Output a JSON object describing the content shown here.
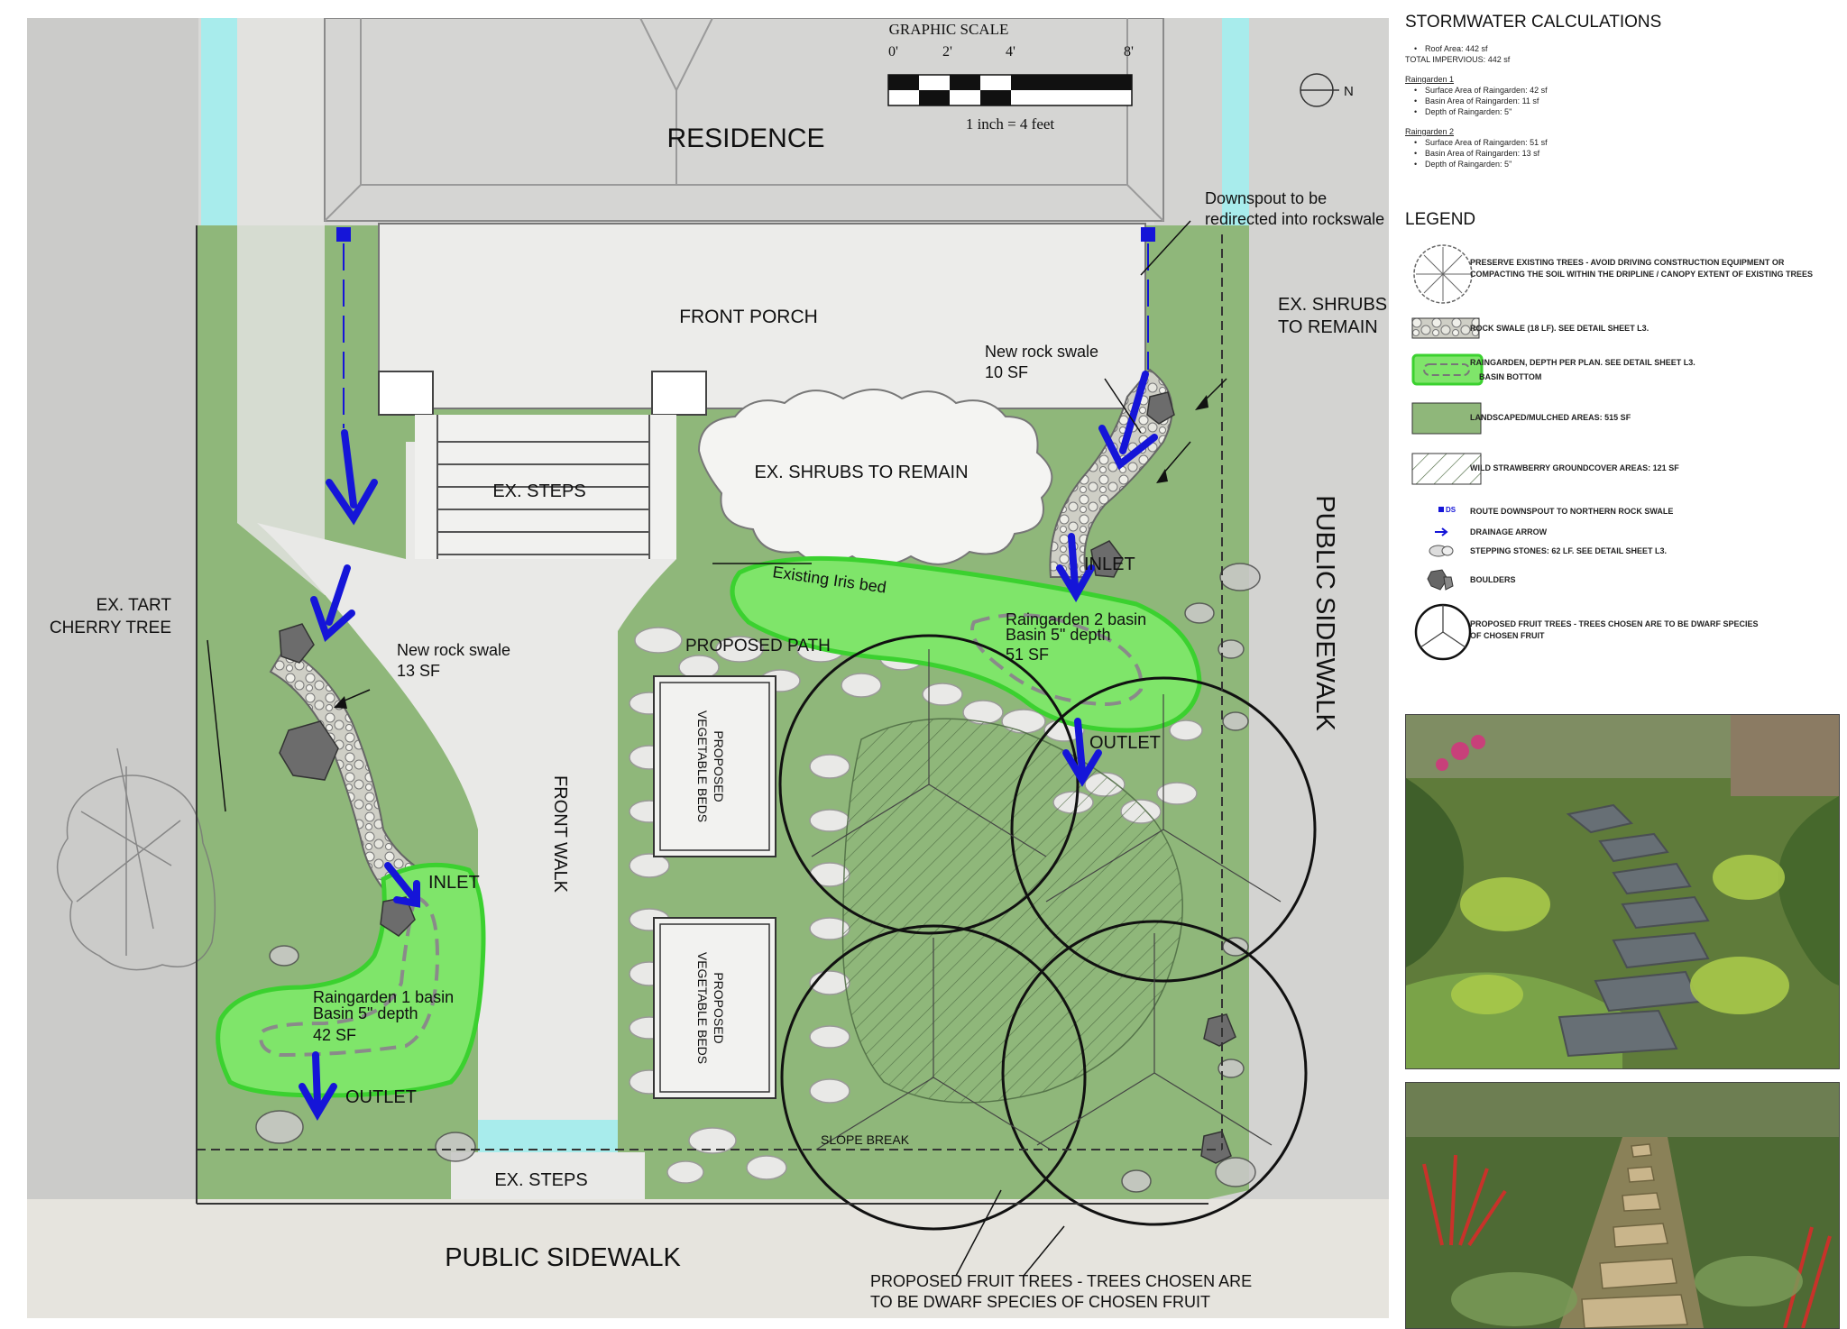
{
  "plan": {
    "residence": "RESIDENCE",
    "front_porch": "FRONT PORCH",
    "ex_steps_top": "EX. STEPS",
    "ex_steps_bottom": "EX. STEPS",
    "ex_shrubs_center": "EX. SHRUBS TO REMAIN",
    "ex_shrubs_right_1": "EX. SHRUBS",
    "ex_shrubs_right_2": "TO REMAIN",
    "downspout_1": "Downspout to be",
    "downspout_2": "redirected into rockswale",
    "new_swale_right_1": "New rock swale",
    "new_swale_right_2": "10 SF",
    "new_swale_left_1": "New rock swale",
    "new_swale_left_2": "13 SF",
    "tart_cherry_1": "EX. TART",
    "tart_cherry_2": "CHERRY TREE",
    "iris_bed": "Existing Iris bed",
    "inlet_right": "INLET",
    "inlet_left": "INLET",
    "rg2_1": "Raingarden 2 basin",
    "rg2_2": "Basin 5\" depth",
    "rg2_3": "51 SF",
    "rg1_1": "Raingarden 1 basin",
    "rg1_2": "Basin 5\" depth",
    "rg1_3": "42 SF",
    "outlet_right": "OUTLET",
    "outlet_left": "OUTLET",
    "proposed_path": "PROPOSED PATH",
    "veg_beds_1": "PROPOSED",
    "veg_beds_2": "VEGETABLE BEDS",
    "front_walk": "FRONT WALK",
    "public_sidewalk_bottom": "PUBLIC SIDEWALK",
    "public_sidewalk_right": "PUBLIC SIDEWALK",
    "slope_break": "SLOPE BREAK",
    "fruit_trees_1": "PROPOSED FRUIT TREES - TREES CHOSEN ARE",
    "fruit_trees_2": "TO BE DWARF SPECIES OF CHOSEN FRUIT",
    "scale_title": "GRAPHIC SCALE",
    "scale_ticks": [
      "0'",
      "2'",
      "4'",
      "8'"
    ],
    "scale_note": "1 inch = 4 feet",
    "north": "N"
  },
  "calculations": {
    "title": "STORMWATER CALCULATIONS",
    "roof_area": "Roof Area: 442 sf",
    "total_impervious": "TOTAL IMPERVIOUS: 442 sf",
    "rg1_heading": "Raingarden 1",
    "rg1_items": [
      "Surface Area of Raingarden: 42 sf",
      "Basin Area of Raingarden: 11 sf",
      "Depth of Raingarden: 5\""
    ],
    "rg2_heading": "Raingarden 2",
    "rg2_items": [
      "Surface Area of Raingarden: 51 sf",
      "Basin Area of Raingarden: 13 sf",
      "Depth of Raingarden: 5\""
    ]
  },
  "legend": {
    "title": "LEGEND",
    "trees": "Preserve existing trees - avoid driving construction equipment or compacting the soil within the dripline / canopy extent of existing trees",
    "rock_swale": "Rock swale (18 LF). See detail sheet L3.",
    "raingarden": "Raingarden, depth per plan. See detail sheet L3.",
    "basin_bottom": "Basin bottom",
    "landscaped": "Landscaped/mulched areas: 515 sf",
    "strawberry": "Wild strawberry groundcover areas: 121 sf",
    "ds_symbol": "DS",
    "downspout": "Route downspout to northern rock swale",
    "drainage": "Drainage arrow",
    "stepping": "Stepping stones: 62 LF. See detail sheet L3.",
    "boulders": "Boulders",
    "fruit": "Proposed fruit trees - trees chosen are to be dwarf species of chosen fruit"
  },
  "colors": {
    "lawn": "#8fb77a",
    "raingarden": "#7fe56a",
    "water": "#a8ecec",
    "arrow": "#1515d8"
  }
}
